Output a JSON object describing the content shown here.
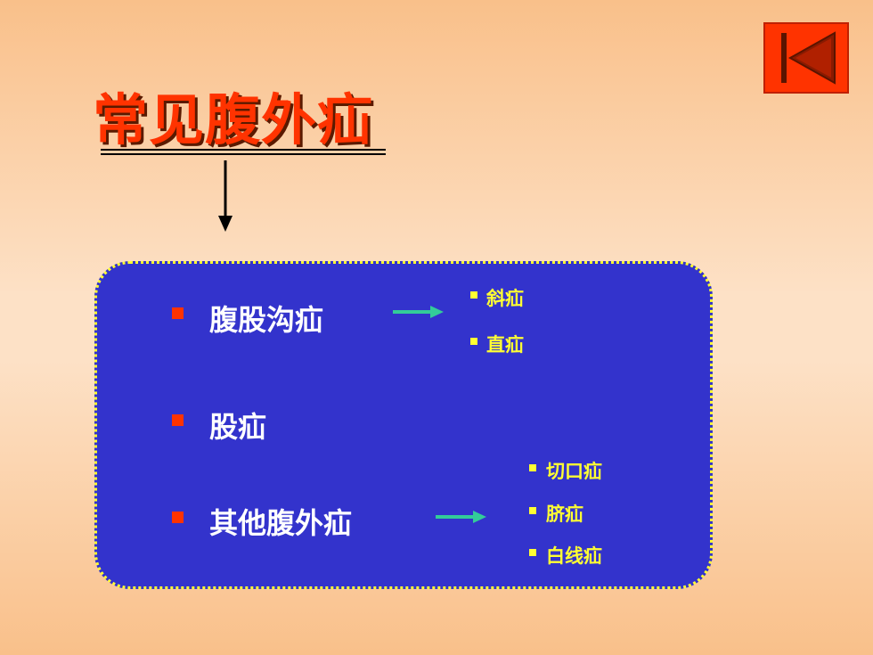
{
  "title": "常见腹外疝",
  "colors": {
    "title": "#ff3300",
    "panel": "#3333cc",
    "panel_border": "#ffff33",
    "bullet": "#ff3300",
    "sub_text": "#ffff33",
    "arrow": "#33cc99",
    "back_button": "#ff3300"
  },
  "back_button": {
    "icon": "back-to-start-icon"
  },
  "items": [
    {
      "label": "腹股沟疝",
      "subitems": [
        "斜疝",
        "直疝"
      ]
    },
    {
      "label": "股疝",
      "subitems": []
    },
    {
      "label": "其他腹外疝",
      "subitems": [
        "切口疝",
        "脐疝",
        "白线疝"
      ]
    }
  ]
}
